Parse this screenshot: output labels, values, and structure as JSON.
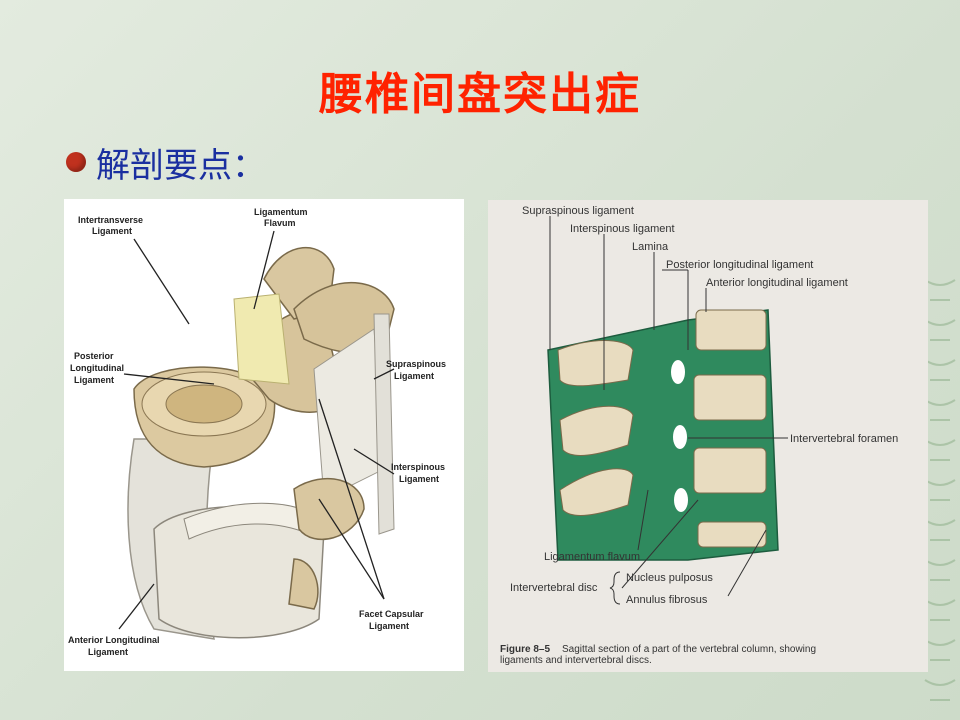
{
  "slide": {
    "title": "腰椎间盘突出症",
    "bullet_text": "解剖要点："
  },
  "left_figure": {
    "labels": {
      "intertransverse_1": "Intertransverse",
      "intertransverse_2": "Ligament",
      "flavum_1": "Ligamentum",
      "flavum_2": "Flavum",
      "posterior_1": "Posterior",
      "posterior_2": "Longitudinal",
      "posterior_3": "Ligament",
      "supraspinous_1": "Supraspinous",
      "supraspinous_2": "Ligament",
      "interspinous_1": "Interspinous",
      "interspinous_2": "Ligament",
      "facet_1": "Facet Capsular",
      "facet_2": "Ligament",
      "anterior_1": "Anterior Longitudinal",
      "anterior_2": "Ligament"
    }
  },
  "right_figure": {
    "labels": {
      "supraspinous": "Supraspinous ligament",
      "interspinous": "Interspinous ligament",
      "lamina": "Lamina",
      "posterior_longitudinal": "Posterior longitudinal ligament",
      "anterior_longitudinal": "Anterior longitudinal ligament",
      "intervertebral_foramen": "Intervertebral foramen",
      "ligamentum_flavum": "Ligamentum  flavum",
      "intervertebral_disc": "Intervertebral disc",
      "nucleus_pulposus": "Nucleus pulposus",
      "annulus_fibrosus": "Annulus  fibrosus"
    },
    "caption_label": "Figure 8–5",
    "caption_line1": "Sagittal section of a part of the vertebral column, showing",
    "caption_line2": "ligaments and intervertebral discs."
  },
  "colors": {
    "title": "#ff2200",
    "bullet_text": "#1a2fa0",
    "bullet_dot": "#c0311e",
    "ligament_green": "#2f8a5e",
    "bone": "#e8dcc0"
  }
}
